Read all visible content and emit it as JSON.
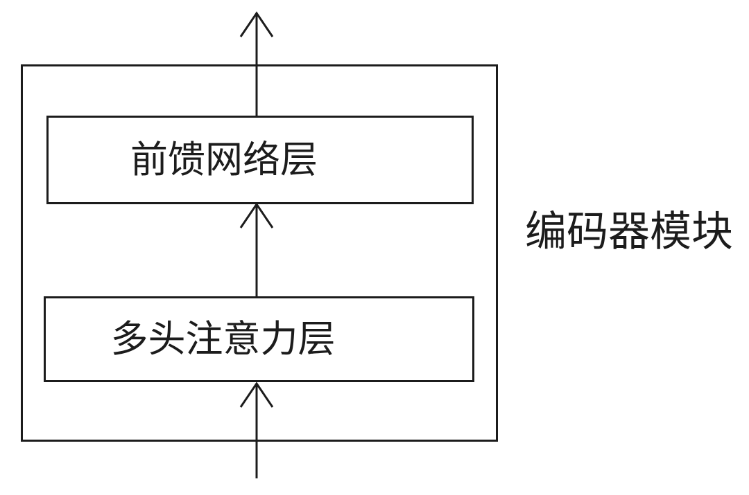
{
  "diagram": {
    "module_label": "编码器模块",
    "layers": {
      "feed_forward": "前馈网络层",
      "multi_head_attention": "多头注意力层"
    },
    "arrows": {
      "count": 3,
      "direction": "up",
      "style": "open-chevron"
    },
    "colors": {
      "line": "#1c1c1c",
      "background": "#ffffff"
    }
  }
}
